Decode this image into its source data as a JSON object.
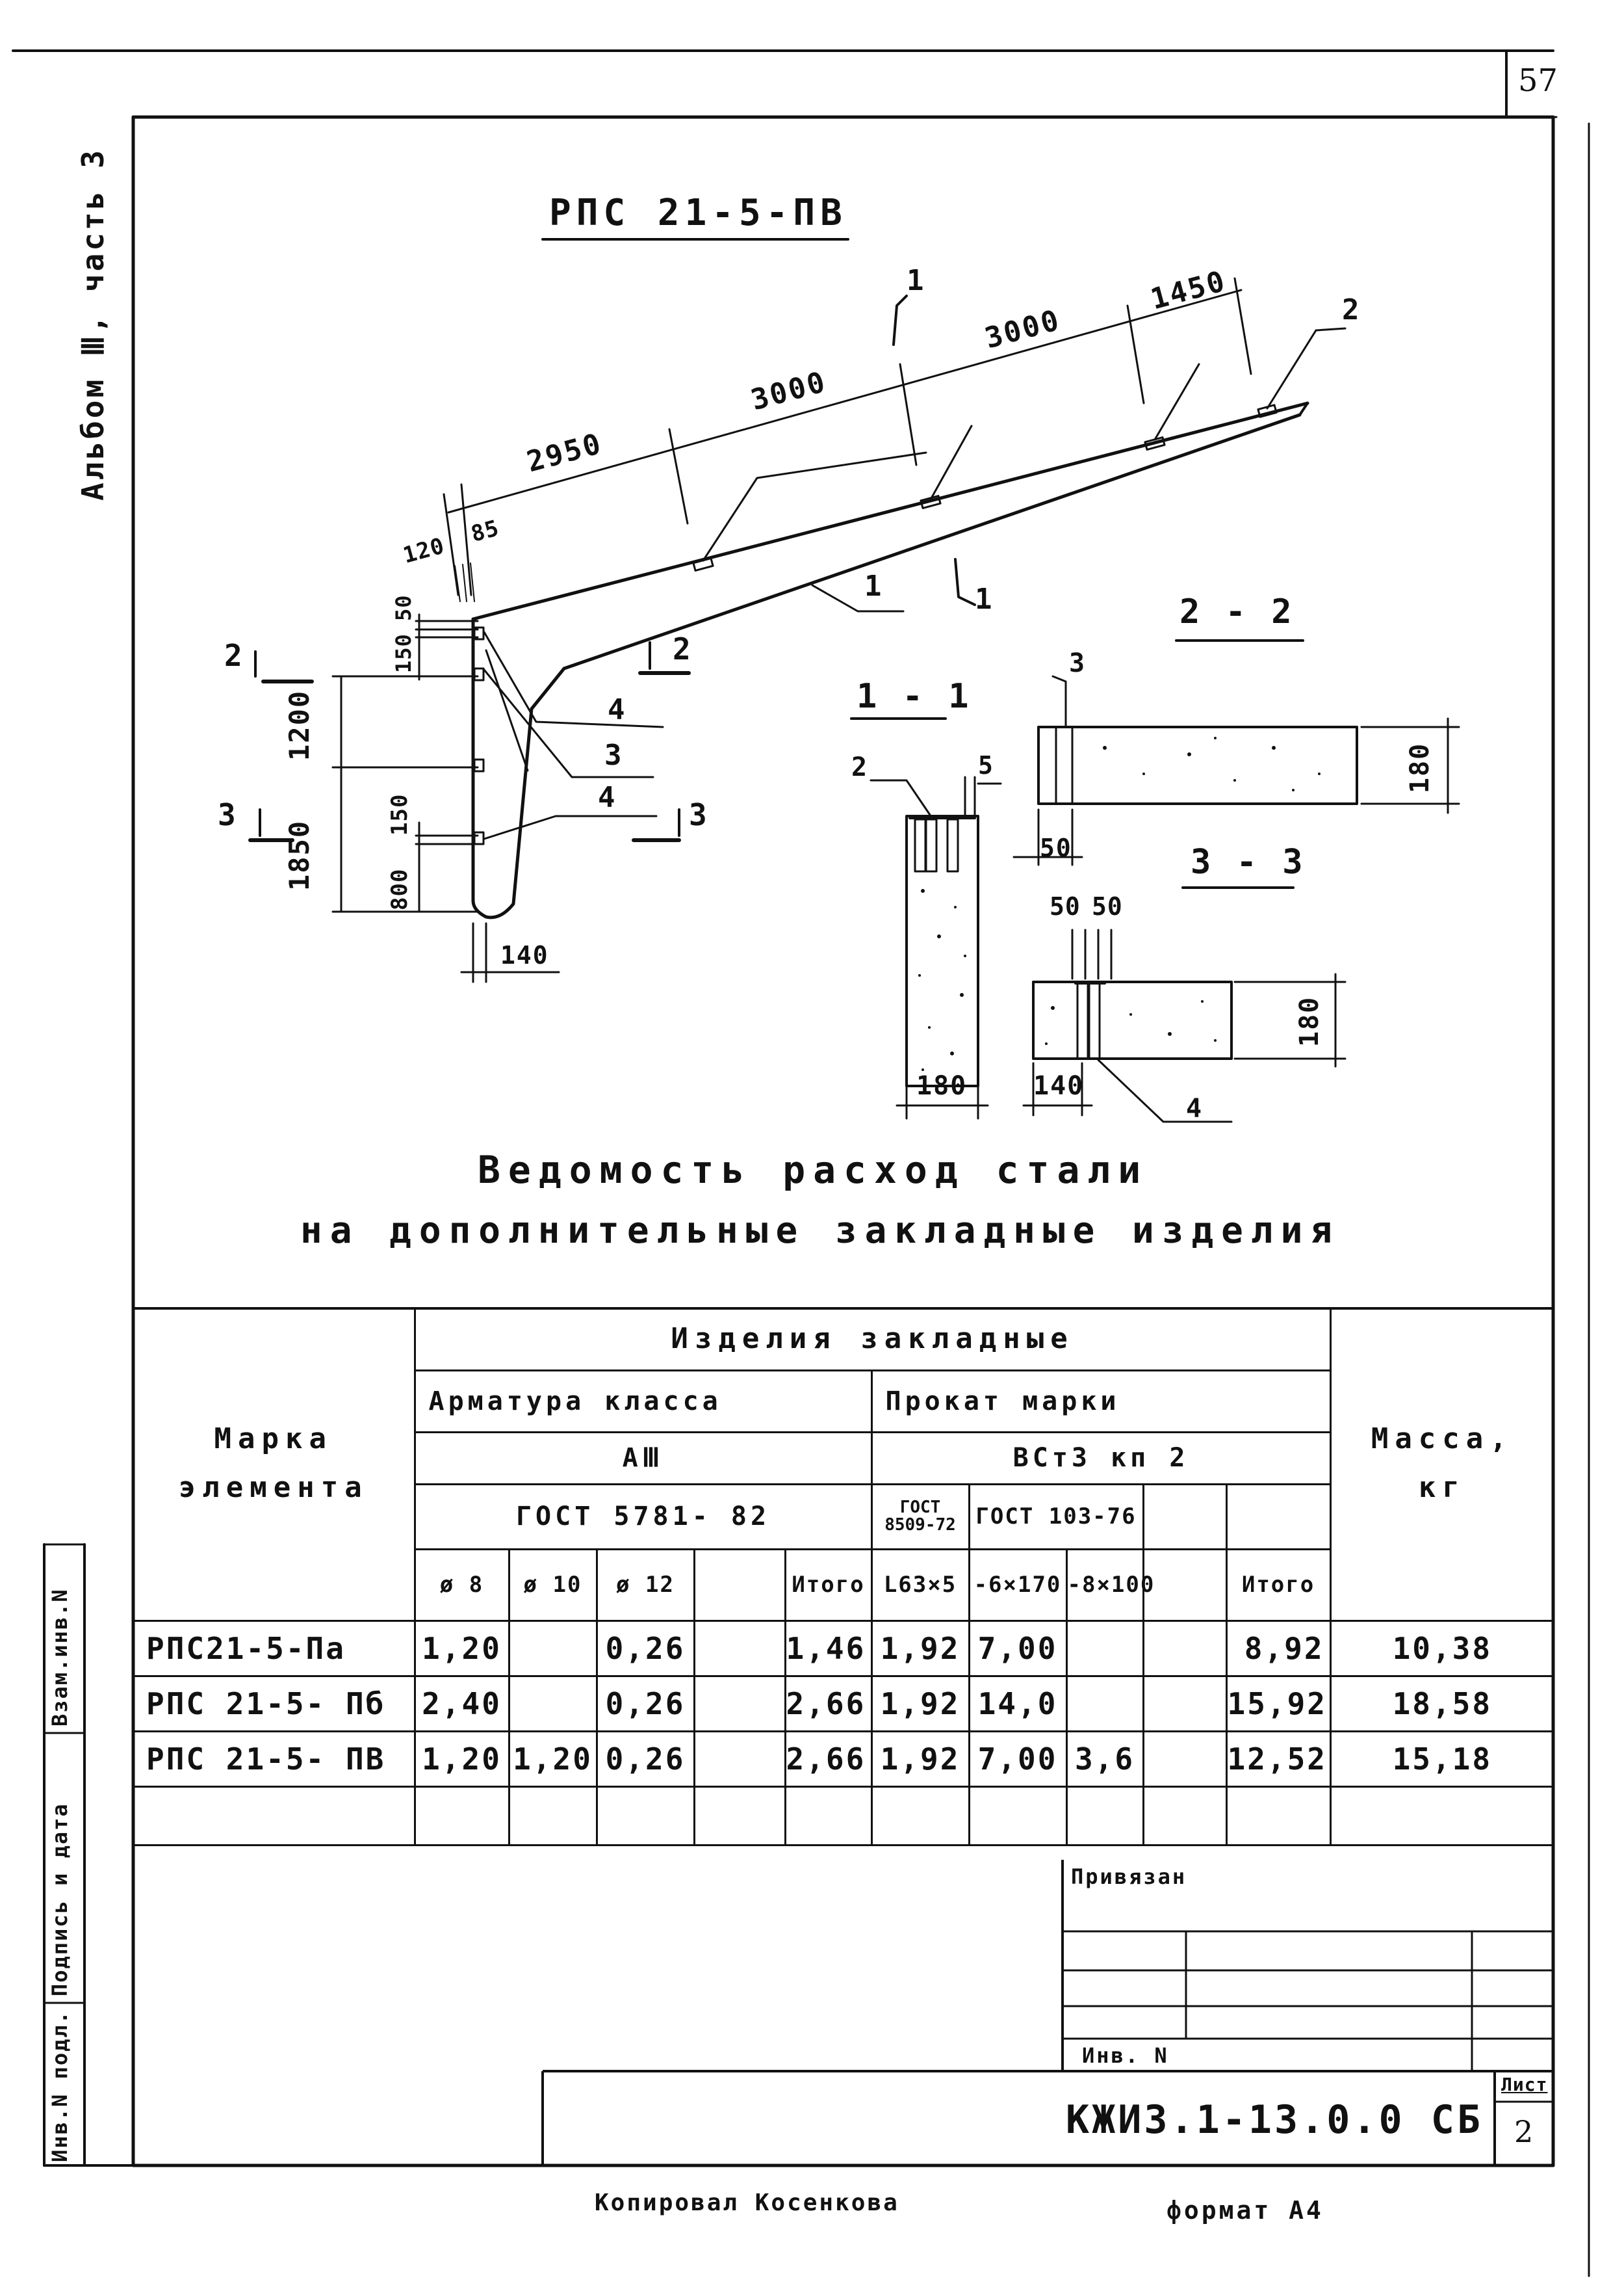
{
  "page_number": "57",
  "side_title": "Альбом Ⅲ, часть 3",
  "drawing": {
    "title": "РПС 21-5-ПВ",
    "dims": {
      "d120": "120",
      "d85": "85",
      "d2950": "2950",
      "d3000a": "3000",
      "d3000b": "3000",
      "d1450": "1450",
      "d150": "150",
      "d50": "50",
      "d1200": "1200",
      "d1850": "1850",
      "d150b": "150",
      "d800": "800",
      "d140": "140"
    },
    "markers": {
      "m1": "1",
      "m1b": "1",
      "m2": "2",
      "m2b": "2",
      "m2c": "2",
      "m2d": "2",
      "m3": "3",
      "m3b": "3",
      "m3c": "3",
      "m1bottom": "1",
      "m4a": "4",
      "m4b": "4"
    },
    "section_11": {
      "title": "1 - 1",
      "pos2": "2",
      "d5": "5",
      "d50": "50",
      "d180": "180"
    },
    "section_22": {
      "title": "2 - 2",
      "pos3": "3",
      "d180": "180"
    },
    "section_33": {
      "title": "3 - 3",
      "d50a": "50",
      "d50b": "50",
      "d140": "140",
      "d180": "180",
      "pos4": "4"
    }
  },
  "schedule": {
    "title_line1": "Ведомость расход стали",
    "title_line2": "на дополнительные закладные изделия",
    "head": {
      "mark_line1": "Марка",
      "mark_line2": "элемента",
      "group": "Изделия закладные",
      "rebar": "Арматура класса",
      "rebar_class": "АⅢ",
      "rebar_gost": "ГОСТ 5781- 82",
      "rolled": "Прокат марки",
      "rolled_grade": "ВСт3 кп 2",
      "gost_8509": "ГОСТ 8509-72",
      "gost_103": "ГОСТ 103-76",
      "mass_line1": "Масса,",
      "mass_line2": "кг",
      "cols": [
        "ø 8",
        "ø 10",
        "ø 12",
        "",
        "Итого",
        "L63×5",
        "-6×170",
        "-8×100",
        "",
        "Итого"
      ]
    },
    "rows": [
      {
        "mark": "РПС21-5-Па",
        "cells": [
          "1,20",
          "",
          "0,26",
          "",
          "1,46",
          "1,92",
          "7,00",
          "",
          "",
          "8,92"
        ],
        "mass": "10,38"
      },
      {
        "mark": "РПС 21-5- Пб",
        "cells": [
          "2,40",
          "",
          "0,26",
          "",
          "2,66",
          "1,92",
          "14,0",
          "",
          "",
          "15,92"
        ],
        "mass": "18,58"
      },
      {
        "mark": "РПС 21-5- ПВ",
        "cells": [
          "1,20",
          "1,20",
          "0,26",
          "",
          "2,66",
          "1,92",
          "7,00",
          "3,6",
          "",
          "12,52"
        ],
        "mass": "15,18"
      }
    ]
  },
  "stamp": {
    "privyazan": "Привязан",
    "inv_no": "Инв. N",
    "code": "КЖИ3.1-13.0.0 СБ",
    "sheet_label": "Лист",
    "sheet_no": "2"
  },
  "margin_labels": [
    "Инв.N подл.",
    "Подпись и дата",
    "Взам.инв.N"
  ],
  "footer": {
    "copied": "Копировал Косенкова",
    "format": "формат А4"
  }
}
